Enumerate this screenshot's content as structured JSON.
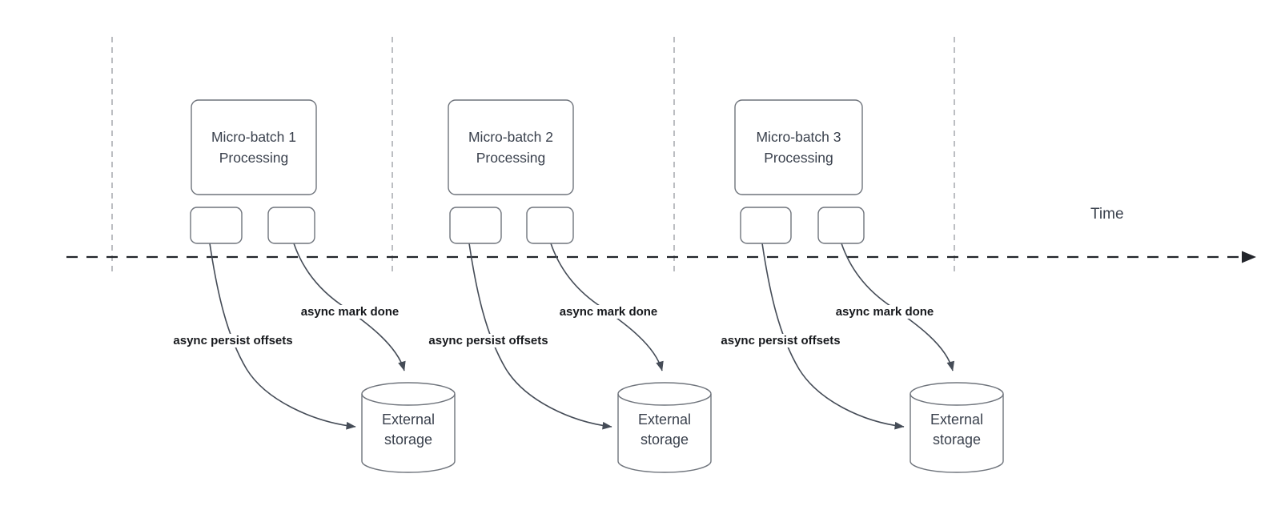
{
  "diagram": {
    "time_label": "Time",
    "colors": {
      "ink": "#22252b",
      "edge": "#454c57",
      "shape_border": "#6f747c",
      "gridline": "#abaeb3",
      "text": "#3a414d",
      "edge_label_text": "#17191d"
    },
    "batches": [
      {
        "box_line1": "Micro-batch 1",
        "box_line2": "Processing",
        "offsets_label": "async persist offsets",
        "done_label": "async mark done",
        "storage_line1": "External",
        "storage_line2": "storage"
      },
      {
        "box_line1": "Micro-batch 2",
        "box_line2": "Processing",
        "offsets_label": "async persist offsets",
        "done_label": "async mark done",
        "storage_line1": "External",
        "storage_line2": "storage"
      },
      {
        "box_line1": "Micro-batch 3",
        "box_line2": "Processing",
        "offsets_label": "async persist offsets",
        "done_label": "async mark done",
        "storage_line1": "External",
        "storage_line2": "storage"
      }
    ]
  }
}
